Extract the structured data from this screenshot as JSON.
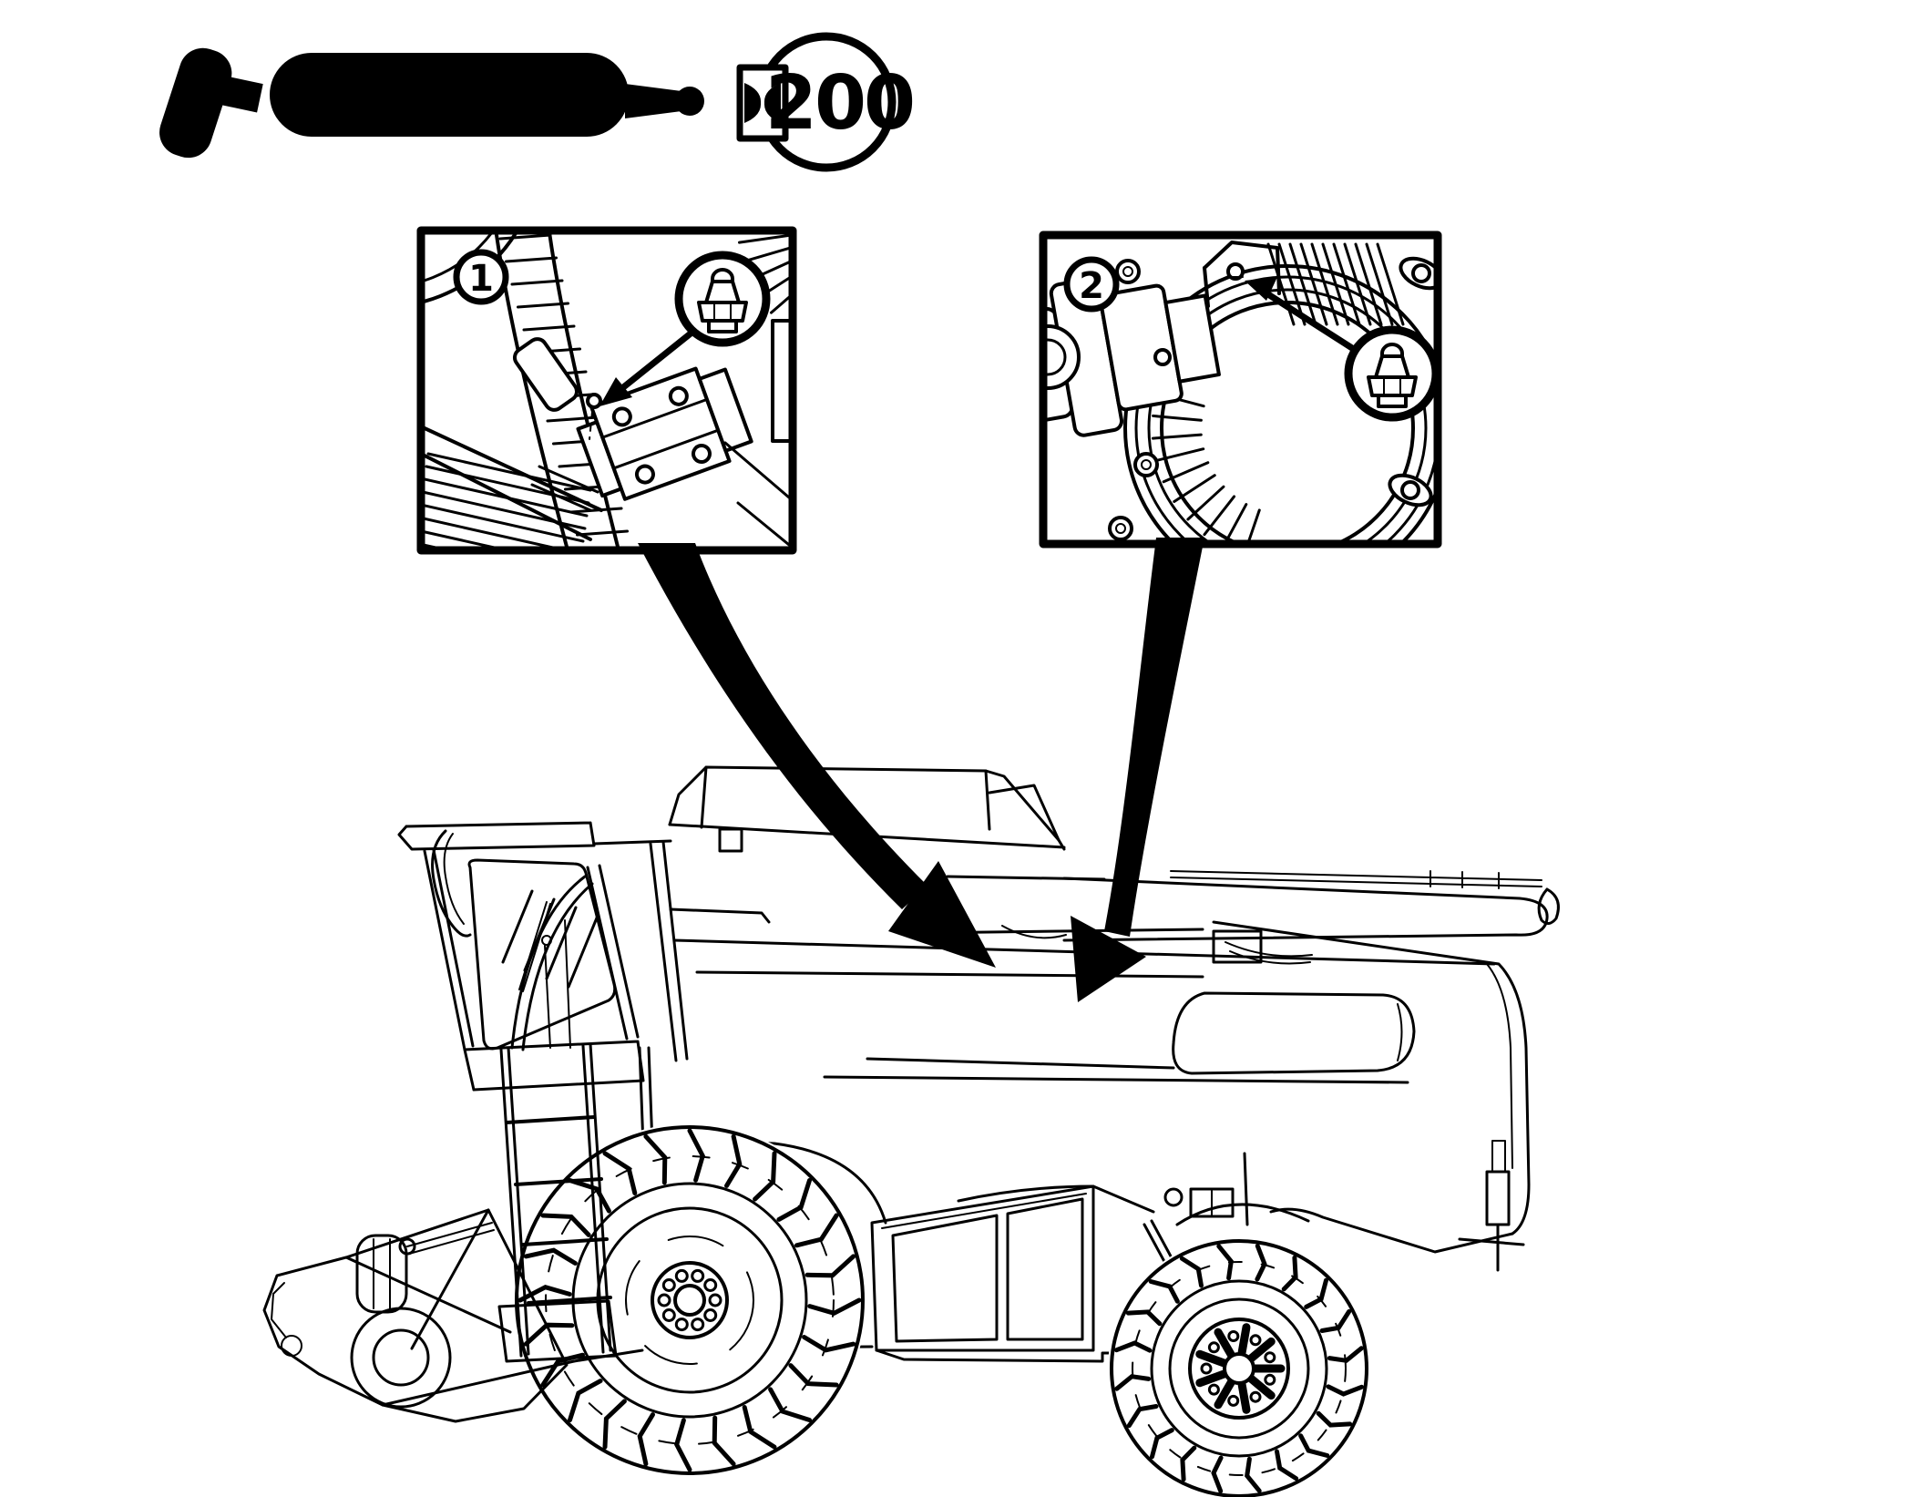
{
  "colors": {
    "ink": "#000000",
    "background": "#ffffff"
  },
  "service_symbol": {
    "tool_icon": "grease-gun-icon",
    "interval_icon": "hourglass-icon",
    "interval_hours": "200"
  },
  "callouts": [
    {
      "number": "1",
      "magnifier_icon": "grease-fitting-icon"
    },
    {
      "number": "2",
      "magnifier_icon": "grease-fitting-icon"
    }
  ],
  "illustration": {
    "subject_icon": "combine-harvester-side-view"
  }
}
